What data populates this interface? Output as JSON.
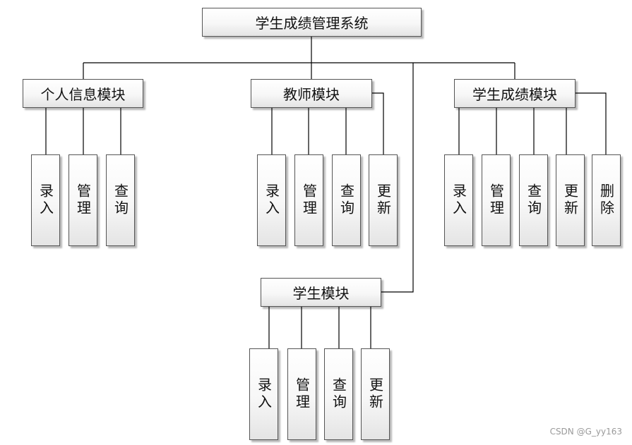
{
  "root": {
    "label": "学生成绩管理系统"
  },
  "modules": {
    "personal": {
      "label": "个人信息模块",
      "children": [
        "录入",
        "管理",
        "查询"
      ]
    },
    "teacher": {
      "label": "教师模块",
      "children": [
        "录入",
        "管理",
        "查询",
        "更新"
      ]
    },
    "grades": {
      "label": "学生成绩模块",
      "children": [
        "录入",
        "管理",
        "查询",
        "更新",
        "删除"
      ]
    },
    "student": {
      "label": "学生模块",
      "children": [
        "录入",
        "管理",
        "查询",
        "更新"
      ]
    }
  },
  "watermark": "CSDN @G_yy163",
  "colors": {
    "line": "#000000",
    "border": "#555555",
    "text": "#111111"
  }
}
